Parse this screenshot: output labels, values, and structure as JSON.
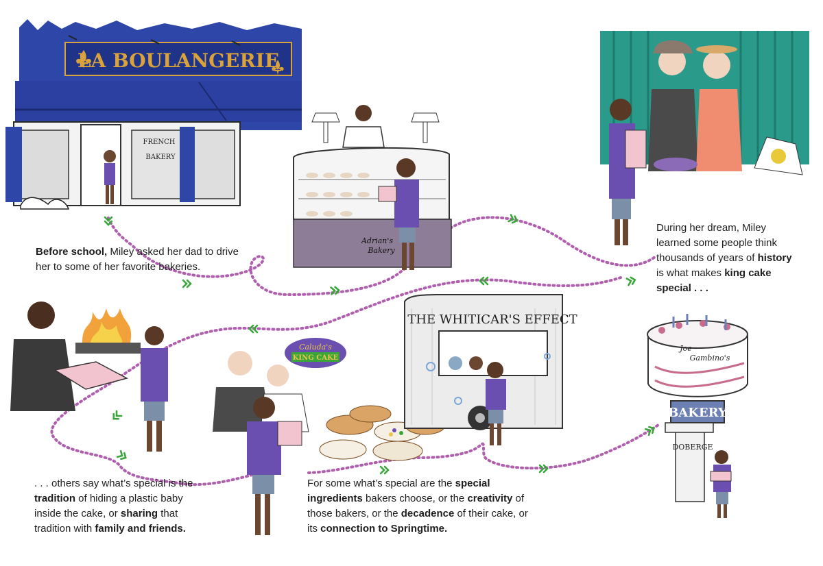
{
  "bakery_signs": {
    "la_boulangerie": "LA BOULANGERIE",
    "french_bakery_line1": "FRENCH",
    "french_bakery_line2": "BAKERY",
    "adrians_line1": "Adrian's",
    "adrians_line2": "Bakery",
    "whiticars": "THE WHITICAR'S EFFECT",
    "caluda_line1": "Caluda's",
    "caluda_line2": "KING CAKE",
    "gambinos_line1": "Joe",
    "gambinos_line2": "Gambino's",
    "bakery_sign": "BAKERY",
    "doberge": "DOBERGE"
  },
  "captions": {
    "c1": [
      {
        "t": "Before school,",
        "b": true
      },
      {
        "t": " Miley asked her dad to drive her to some of her favorite bakeries.",
        "b": false
      }
    ],
    "c2": [
      {
        "t": "During her dream, Miley learned some people think thousands of years of ",
        "b": false
      },
      {
        "t": "history",
        "b": true
      },
      {
        "t": " is what makes ",
        "b": false
      },
      {
        "t": "king cake special . . .",
        "b": true
      }
    ],
    "c3": [
      {
        "t": ". . . others say what’s special is the ",
        "b": false
      },
      {
        "t": "tradition",
        "b": true
      },
      {
        "t": " of hiding a plastic baby inside the cake, or ",
        "b": false
      },
      {
        "t": "sharing",
        "b": true
      },
      {
        "t": " that tradition with ",
        "b": false
      },
      {
        "t": "family and friends.",
        "b": true
      }
    ],
    "c4": [
      {
        "t": "For some what’s special are the ",
        "b": false
      },
      {
        "t": "special ingredients",
        "b": true
      },
      {
        "t": " bakers choose, or the ",
        "b": false
      },
      {
        "t": "creativity",
        "b": true
      },
      {
        "t": " of those bakers, or the ",
        "b": false
      },
      {
        "t": "decadence",
        "b": true
      },
      {
        "t": " of their cake, or its ",
        "b": false
      },
      {
        "t": "connection to Springtime.",
        "b": true
      }
    ]
  },
  "colors": {
    "boulangerie_blue": "#2d46a8",
    "path_purple": "#b05fae",
    "chevron_green": "#3aa63a",
    "shirt_purple": "#6a4fb0",
    "counter_mauve": "#8e7d96",
    "teal_curtain": "#2a9a8a",
    "skin_brown": "#6b4631",
    "dough_tan": "#d9a466",
    "pink_box": "#f2c4cf"
  },
  "icons": [
    "fleur-de-lis-icon",
    "chevron-icon"
  ]
}
